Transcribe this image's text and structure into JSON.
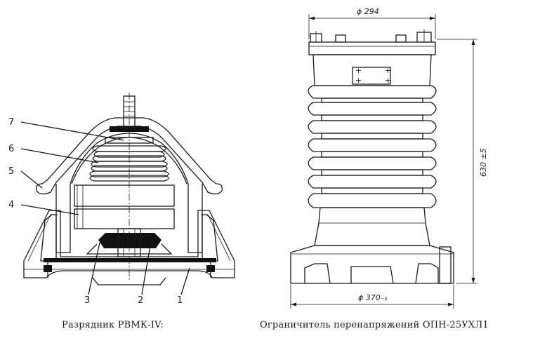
{
  "left_figure": {
    "caption": "Разрядник РВМК-IV:",
    "callouts": [
      "7",
      "6",
      "5",
      "4",
      "3",
      "2",
      "1"
    ]
  },
  "right_figure": {
    "caption": "Ограничитель перенапряжений ОПН-25УХЛ1",
    "dim_top": "ϕ 294",
    "dim_height": "630 ±5",
    "dim_bottom": "ϕ 370₋₅"
  }
}
